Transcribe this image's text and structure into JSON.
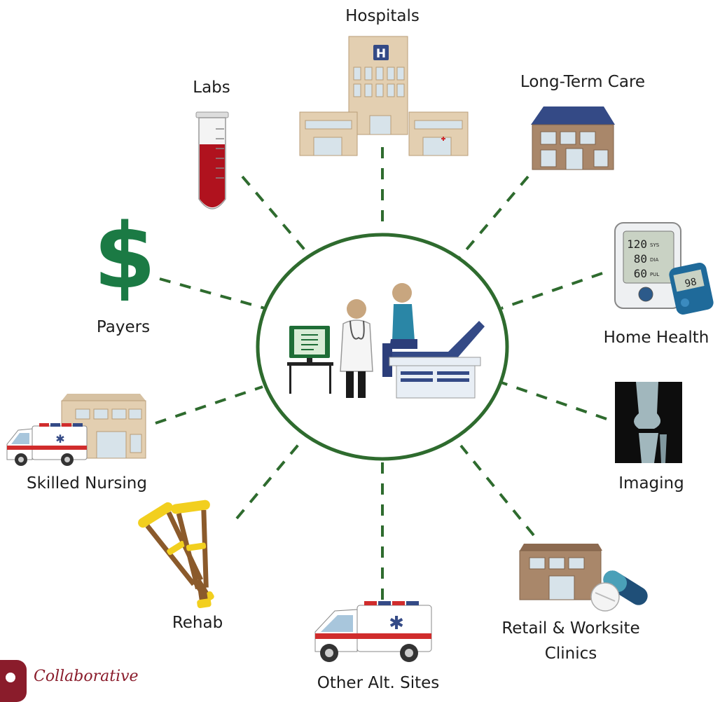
{
  "labels": {
    "hospitals": "Hospitals",
    "labs": "Labs",
    "long_term_care": "Long-Term Care",
    "payers": "Payers",
    "home_health": "Home Health",
    "skilled_nursing": "Skilled Nursing",
    "imaging": "Imaging",
    "rehab": "Rehab",
    "other_alt_sites": "Other Alt. Sites",
    "retail_line1": "Retail & Worksite",
    "retail_line2": "Clinics"
  },
  "monitor_readout": {
    "sys": "120",
    "dia": "80",
    "pul": "60",
    "sys_unit": "SYS",
    "dia_unit": "DIA",
    "pul_unit": "PUL",
    "meter": "98"
  },
  "brand": {
    "name": "Collaborative"
  },
  "colors": {
    "connector": "#2e6b2e",
    "circle": "#2e6b2e",
    "dollar": "#1b7a44",
    "brand": "#8a1c2b",
    "building": "#e3cfb1",
    "roof": "#344a86"
  }
}
